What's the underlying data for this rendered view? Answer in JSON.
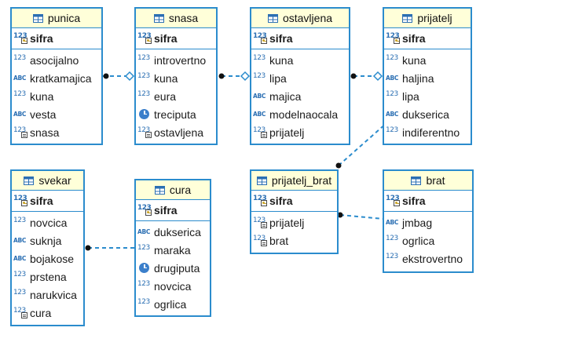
{
  "colors": {
    "border": "#2b8ccd",
    "header_bg": "#ffffd9",
    "connector": "#2b8ccd",
    "icon": "#2b6fb3"
  },
  "entities": [
    {
      "id": "punica",
      "name": "punica",
      "pk": {
        "name": "sifra",
        "type": "num-key"
      },
      "attrs": [
        {
          "name": "asocijalno",
          "type": "num"
        },
        {
          "name": "kratkamajica",
          "type": "abc"
        },
        {
          "name": "kuna",
          "type": "num"
        },
        {
          "name": "vesta",
          "type": "abc"
        },
        {
          "name": "snasa",
          "type": "num-fk"
        }
      ]
    },
    {
      "id": "snasa",
      "name": "snasa",
      "pk": {
        "name": "sifra",
        "type": "num-key"
      },
      "attrs": [
        {
          "name": "introvertno",
          "type": "num"
        },
        {
          "name": "kuna",
          "type": "num"
        },
        {
          "name": "eura",
          "type": "num"
        },
        {
          "name": "treciputa",
          "type": "clock"
        },
        {
          "name": "ostavljena",
          "type": "num-fk"
        }
      ]
    },
    {
      "id": "ostavljena",
      "name": "ostavljena",
      "pk": {
        "name": "sifra",
        "type": "num-key"
      },
      "attrs": [
        {
          "name": "kuna",
          "type": "num"
        },
        {
          "name": "lipa",
          "type": "num"
        },
        {
          "name": "majica",
          "type": "abc"
        },
        {
          "name": "modelnaocala",
          "type": "abc"
        },
        {
          "name": "prijatelj",
          "type": "num-fk"
        }
      ]
    },
    {
      "id": "prijatelj",
      "name": "prijatelj",
      "pk": {
        "name": "sifra",
        "type": "num-key"
      },
      "attrs": [
        {
          "name": "kuna",
          "type": "num"
        },
        {
          "name": "haljina",
          "type": "abc"
        },
        {
          "name": "lipa",
          "type": "num"
        },
        {
          "name": "dukserica",
          "type": "abc"
        },
        {
          "name": "indiferentno",
          "type": "num"
        }
      ]
    },
    {
      "id": "svekar",
      "name": "svekar",
      "pk": {
        "name": "sifra",
        "type": "num-key"
      },
      "attrs": [
        {
          "name": "novcica",
          "type": "num"
        },
        {
          "name": "suknja",
          "type": "abc"
        },
        {
          "name": "bojakose",
          "type": "abc"
        },
        {
          "name": "prstena",
          "type": "num"
        },
        {
          "name": "narukvica",
          "type": "num"
        },
        {
          "name": "cura",
          "type": "num-fk"
        }
      ]
    },
    {
      "id": "cura",
      "name": "cura",
      "pk": {
        "name": "sifra",
        "type": "num-key"
      },
      "attrs": [
        {
          "name": "dukserica",
          "type": "abc"
        },
        {
          "name": "maraka",
          "type": "num"
        },
        {
          "name": "drugiputa",
          "type": "clock"
        },
        {
          "name": "novcica",
          "type": "num"
        },
        {
          "name": "ogrlica",
          "type": "num"
        }
      ]
    },
    {
      "id": "prijatelj_brat",
      "name": "prijatelj_brat",
      "pk": {
        "name": "sifra",
        "type": "num-key"
      },
      "attrs": [
        {
          "name": "prijatelj",
          "type": "num-fk"
        },
        {
          "name": "brat",
          "type": "num-fk"
        }
      ]
    },
    {
      "id": "brat",
      "name": "brat",
      "pk": {
        "name": "sifra",
        "type": "num-key"
      },
      "attrs": [
        {
          "name": "jmbag",
          "type": "abc"
        },
        {
          "name": "ogrlica",
          "type": "num"
        },
        {
          "name": "ekstrovertno",
          "type": "num"
        }
      ]
    }
  ],
  "relations": [
    {
      "from": "punica",
      "to": "snasa"
    },
    {
      "from": "snasa",
      "to": "ostavljena"
    },
    {
      "from": "ostavljena",
      "to": "prijatelj"
    },
    {
      "from": "svekar",
      "to": "cura"
    },
    {
      "from": "prijatelj_brat",
      "to": "prijatelj"
    },
    {
      "from": "prijatelj_brat",
      "to": "brat"
    }
  ]
}
